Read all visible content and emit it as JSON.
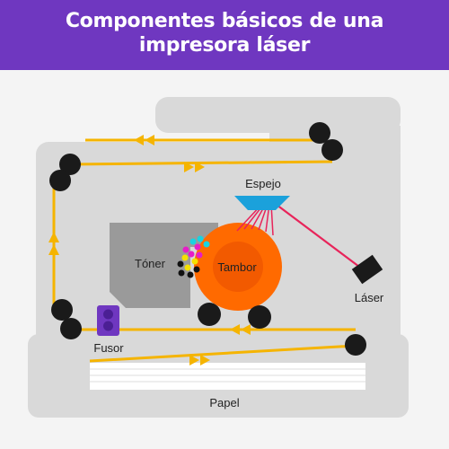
{
  "header": {
    "title_line1": "Componentes básicos de una",
    "title_line2": "impresora láser"
  },
  "labels": {
    "mirror": "Espejo",
    "toner": "Tóner",
    "drum": "Tambor",
    "laser": "Láser",
    "fuser": "Fusor",
    "paper": "Papel"
  },
  "colors": {
    "header": "#6f37c0",
    "path": "#f5b400",
    "drum": "#ff6a00",
    "toner": "#9a9a9a",
    "mirror": "#1ba1db",
    "laser_beam": "#e8245a",
    "fuser": "#6f37c0",
    "roller": "#1a1a1a",
    "body": "#d9d9d9"
  }
}
